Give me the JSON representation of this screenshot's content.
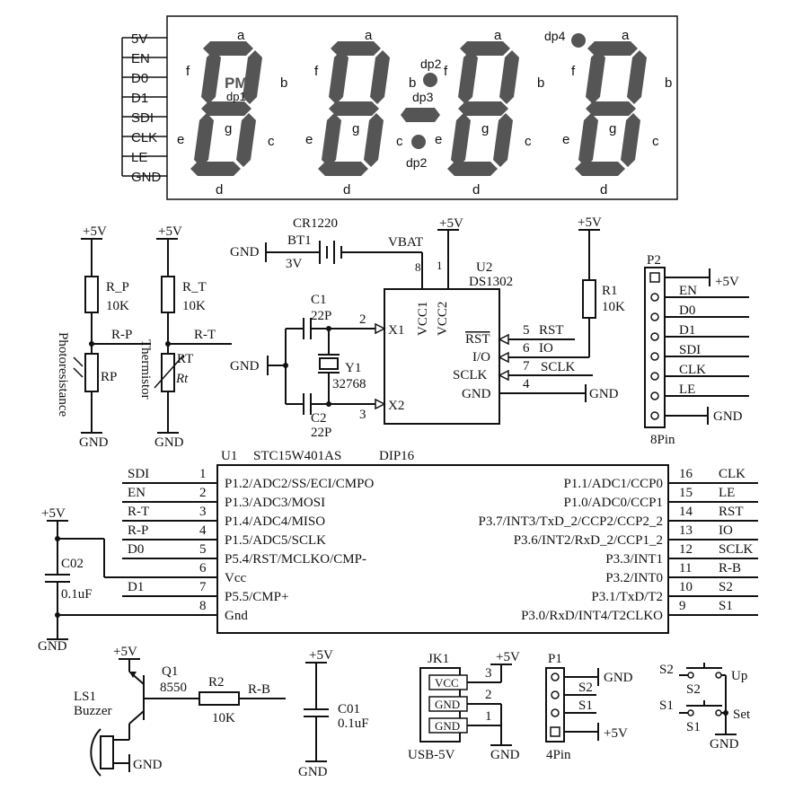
{
  "display": {
    "pins": [
      "5V",
      "EN",
      "D0",
      "D1",
      "SDI",
      "CLK",
      "LE",
      "GND"
    ],
    "seg_a": "a",
    "seg_b": "b",
    "seg_c": "c",
    "seg_d": "d",
    "seg_e": "e",
    "seg_f": "f",
    "seg_g": "g",
    "pm": "PM",
    "dp1": "dp1",
    "dp2": "dp2",
    "dp3": "dp3",
    "dp4": "dp4"
  },
  "sensors": {
    "plus5v": "+5V",
    "gnd": "GND",
    "rp_name": "R_P",
    "rp_value": "10K",
    "rp_net": "R-P",
    "rp_part": "RP",
    "rp_caption": "Photoresistance",
    "rt_name": "R_T",
    "rt_value": "10K",
    "rt_net": "R-T",
    "rt_part": "RT",
    "rt_caption": "Thermistor",
    "rt_symbol": "Rt"
  },
  "rtc": {
    "battery_type": "CR1220",
    "battery_ref": "BT1",
    "battery_voltage": "3V",
    "vbat": "VBAT",
    "plus5v": "+5V",
    "gnd": "GND",
    "ic_ref": "U2",
    "ic_part": "DS1302",
    "pin_vcc1": "VCC1",
    "pin_vcc2": "VCC2",
    "pin8": "8",
    "pin1": "1",
    "pin_x1": "X1",
    "pin_x2": "X2",
    "pin2": "2",
    "pin3": "3",
    "pin_rst": "RST",
    "pin_io": "I/O",
    "pin_sclk": "SCLK",
    "pin_gnd": "GND",
    "n5": "5",
    "n6": "6",
    "n7": "7",
    "n4": "4",
    "net_rst": "RST",
    "net_io": "IO",
    "net_sclk": "SCLK",
    "c1_ref": "C1",
    "c1_val": "22P",
    "c2_ref": "C2",
    "c2_val": "22P",
    "y1_ref": "Y1",
    "y1_val": "32768",
    "r1_ref": "R1",
    "r1_val": "10K"
  },
  "p2": {
    "ref": "P2",
    "type": "8Pin",
    "nets": [
      "+5V",
      "EN",
      "D0",
      "D1",
      "SDI",
      "CLK",
      "LE",
      "GND"
    ]
  },
  "mcu": {
    "ref": "U1",
    "part": "STC15W401AS",
    "package": "DIP16",
    "left_nets": [
      "SDI",
      "EN",
      "R-T",
      "R-P",
      "D0",
      "",
      "D1",
      ""
    ],
    "left_nums": [
      "1",
      "2",
      "3",
      "4",
      "5",
      "6",
      "7",
      "8"
    ],
    "left_pins": [
      "P1.2/ADC2/SS/ECI/CMPO",
      "P1.3/ADC3/MOSI",
      "P1.4/ADC4/MISO",
      "P1.5/ADC5/SCLK",
      "P5.4/RST/MCLKO/CMP-",
      "Vcc",
      "P5.5/CMP+",
      "Gnd"
    ],
    "right_pins": [
      "P1.1/ADC1/CCP0",
      "P1.0/ADC0/CCP1",
      "P3.7/INT3/TxD_2/CCP2/CCP2_2",
      "P3.6/INT2/RxD_2/CCP1_2",
      "P3.3/INT1",
      "P3.2/INT0",
      "P3.1/TxD/T2",
      "P3.0/RxD/INT4/T2CLKO"
    ],
    "right_nums": [
      "16",
      "15",
      "14",
      "13",
      "12",
      "11",
      "10",
      "9"
    ],
    "right_nets": [
      "CLK",
      "LE",
      "RST",
      "IO",
      "SCLK",
      "R-B",
      "S2",
      "S1"
    ],
    "cap_ref": "C02",
    "cap_val": "0.1uF",
    "plus5v": "+5V",
    "gnd": "GND"
  },
  "buzzer": {
    "plus5v": "+5V",
    "q_ref": "Q1",
    "q_part": "8550",
    "r_ref": "R2",
    "r_val": "10K",
    "net": "R-B",
    "ls_ref": "LS1",
    "ls_name": "Buzzer",
    "gnd": "GND"
  },
  "cap01": {
    "plus5v": "+5V",
    "ref": "C01",
    "val": "0.1uF",
    "gnd": "GND"
  },
  "usb": {
    "ref": "JK1",
    "plus5v": "+5V",
    "pins": [
      "VCC",
      "GND",
      "GND"
    ],
    "nums": [
      "3",
      "2",
      "1"
    ],
    "caption": "USB-5V",
    "gnd": "GND"
  },
  "p1": {
    "ref": "P1",
    "nets": [
      "GND",
      "S2",
      "S1",
      "+5V"
    ],
    "type": "4Pin"
  },
  "switches": {
    "s2_net": "S2",
    "s2_ref": "S2",
    "s2_label": "Up",
    "s1_net": "S1",
    "s1_ref": "S1",
    "s1_label": "Set",
    "gnd": "GND"
  }
}
